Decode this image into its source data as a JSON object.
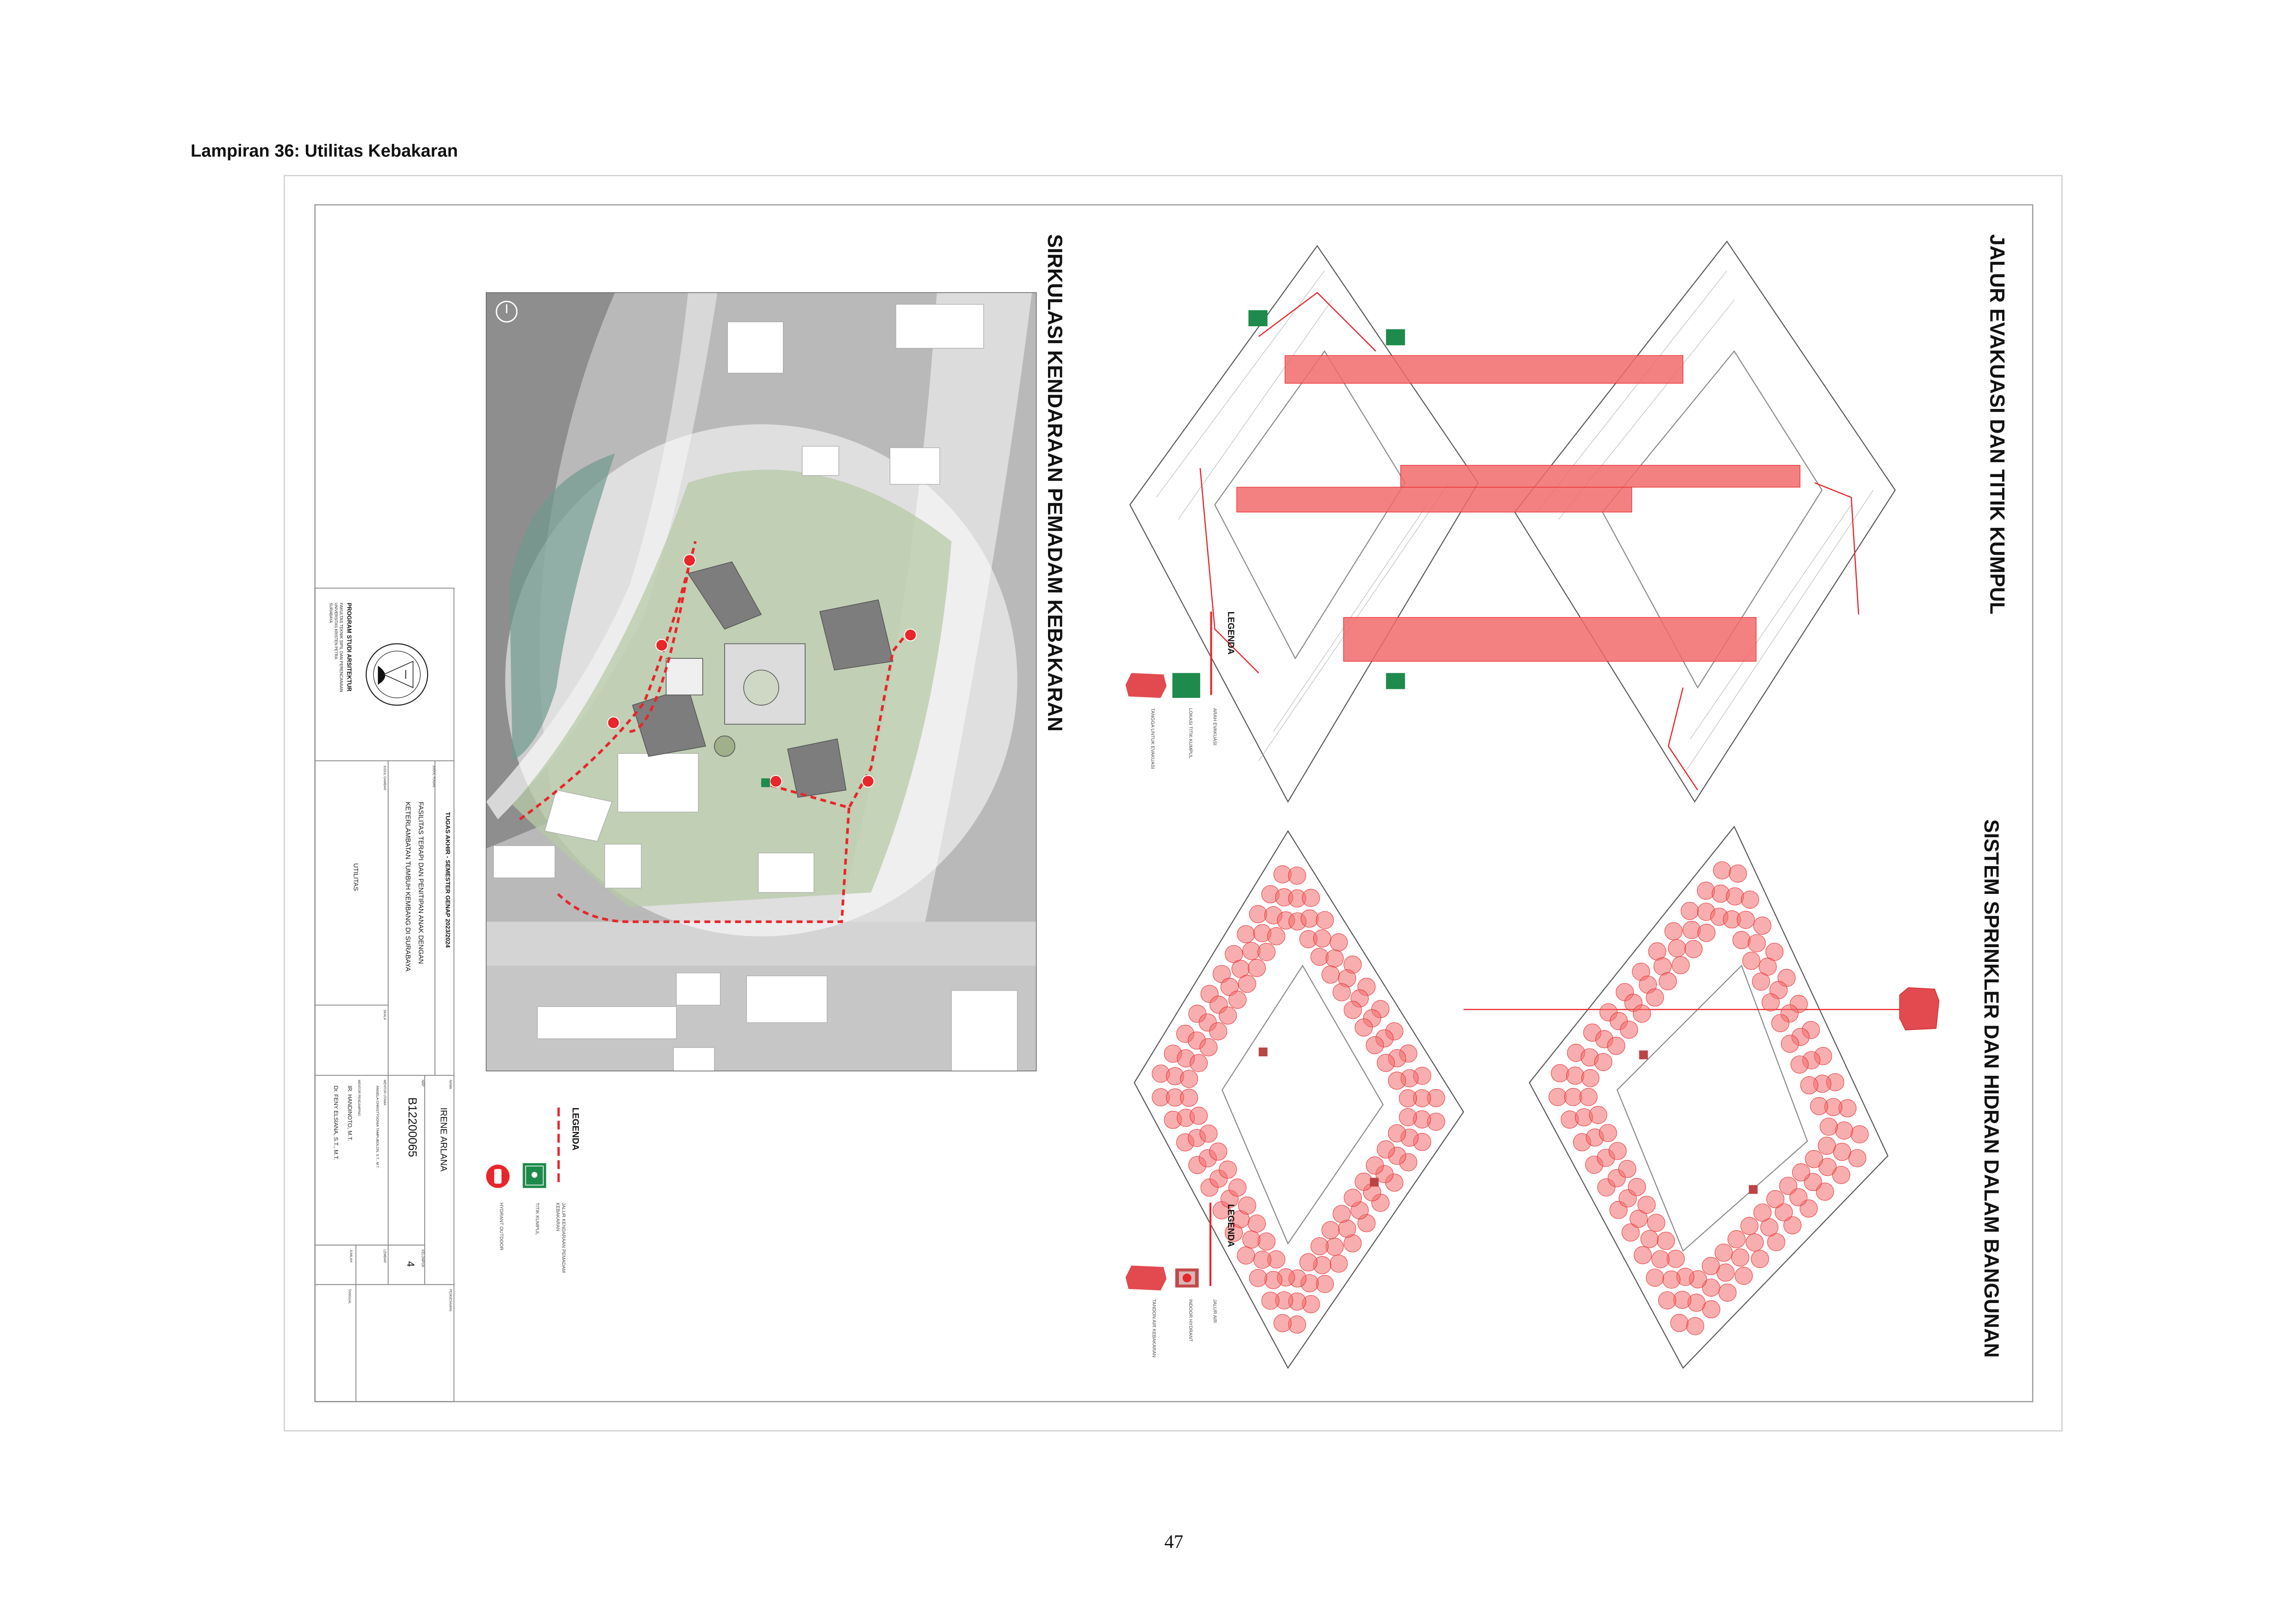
{
  "page": {
    "heading": "Lampiran 36: Utilitas Kebakaran",
    "page_number": "47"
  },
  "sheet": {
    "site_title": "SIRKULASI KENDARAAN PEMADAM KEBAKARAN",
    "evac_title": "JALUR EVAKUASI DAN TITIK KUMPUL",
    "sprinkler_title": "SISTEM SPRINKLER DAN HIDRAN DALAM BANGUNAN"
  },
  "site_legend": {
    "title": "LEGENDA",
    "items": [
      {
        "icon": "red-dashed-line",
        "label_1": "JALUR KENDARAAN PEMADAM",
        "label_2": "KEBAKARAN"
      },
      {
        "icon": "assembly-point-sign-icon",
        "label_1": "TITIK KUMPUL"
      },
      {
        "icon": "hydrant-icon",
        "label_1": "HYDRANT OUTDOOR"
      }
    ]
  },
  "evac_legend": {
    "title": "LEGENDA",
    "items": [
      {
        "icon": "red-line",
        "label": "ARAH EVAKUASI"
      },
      {
        "icon": "assembly-point-sign-icon",
        "label": "LOKASI TITIK KUMPUL"
      },
      {
        "icon": "red-block-icon",
        "label": "TANGGA UNTUK EVAKUASI"
      }
    ]
  },
  "sprinkler_legend": {
    "title": "LEGENDA",
    "items": [
      {
        "icon": "red-line",
        "label": "JALUR AIR"
      },
      {
        "icon": "indoor-hydrant-icon",
        "label": "INDOOR HYDRANT"
      },
      {
        "icon": "red-block-icon",
        "label": "TANDON AIR KEBAKARAN"
      }
    ]
  },
  "title_block": {
    "program": "PROGRAM STUDI ARSITEKTUR",
    "faculty": "FAKULTAS TEKNIK SIPIL DAN PERENCANAAN",
    "university": "UNIVERSITAS KRISTEN PETRA",
    "city": "SURABAYA",
    "logo_text": "UNIVERSITAS KRISTEN PETRA",
    "course": "TUGAS AKHIR - SEMESTER GENAP 2023/2024",
    "judul_tugas_label": "JUDUL TUGAS",
    "judul_tugas_1": "FASILITAS TERAPI DAN PENITIPAN ANAK DENGAN",
    "judul_tugas_2": "KETERLAMBATAN TUMBUH KEMBANG DI SURABAYA",
    "judul_gambar_label": "JUDUL GAMBAR",
    "judul_gambar": "UTILITAS",
    "skala_label": "SKALA",
    "nama_label": "NAMA",
    "nama": "IRENE ARLANA",
    "nrp_label": "NRP",
    "nrp": "B12200065",
    "mentor_utama_label": "MENTOR UTAMA",
    "mentor_utama": "ANGELA CHRISTYSONIA TAMPUBOLON, S.T., M.T.",
    "mentor_pendamping_label": "MENTOR PENDAMPING",
    "mentor_pendamping_1": "IR. HANDINOTO, M.T.",
    "mentor_pendamping_2": "Dr. FENY ELSIANA, S.T., M.T.",
    "kelompok_label": "KELOMPOK",
    "kelompok": "4",
    "lembar_label": "LEMBAR",
    "jumlah_label": "JUMLAH",
    "pengesahan_label": "PENGESAHAN",
    "tanggal_label": "TANGGAL"
  },
  "colors": {
    "red": "#e8262b",
    "red_fill": "#f26b6b",
    "green_sign": "#1e8a4c",
    "site_gray": "#b9b9b9"
  }
}
